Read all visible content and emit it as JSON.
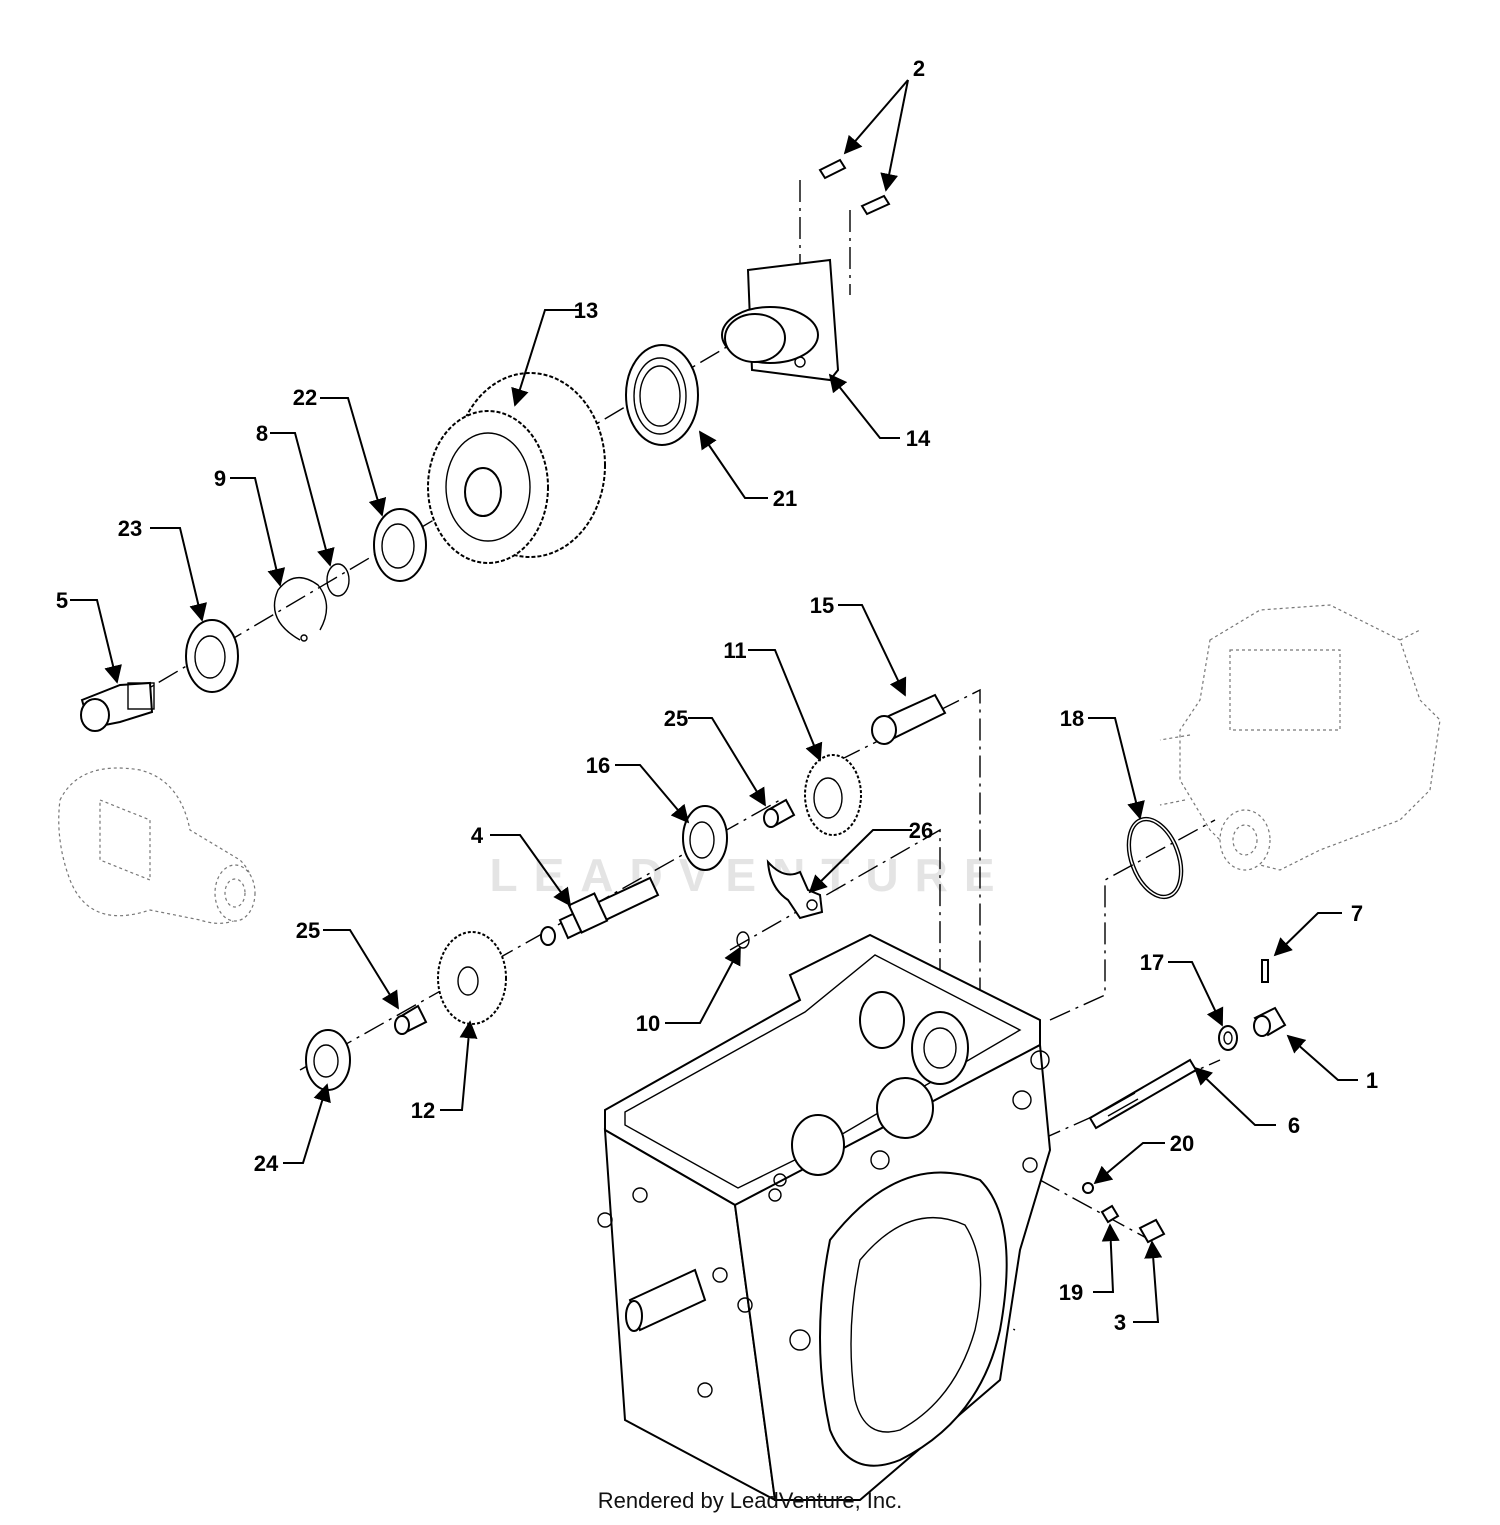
{
  "diagram": {
    "callouts": [
      {
        "id": "c1",
        "label": "1"
      },
      {
        "id": "c2",
        "label": "2"
      },
      {
        "id": "c3",
        "label": "3"
      },
      {
        "id": "c4",
        "label": "4"
      },
      {
        "id": "c5",
        "label": "5"
      },
      {
        "id": "c6",
        "label": "6"
      },
      {
        "id": "c7",
        "label": "7"
      },
      {
        "id": "c8",
        "label": "8"
      },
      {
        "id": "c9",
        "label": "9"
      },
      {
        "id": "c10",
        "label": "10"
      },
      {
        "id": "c11",
        "label": "11"
      },
      {
        "id": "c12",
        "label": "12"
      },
      {
        "id": "c13",
        "label": "13"
      },
      {
        "id": "c14",
        "label": "14"
      },
      {
        "id": "c15",
        "label": "15"
      },
      {
        "id": "c16",
        "label": "16"
      },
      {
        "id": "c17",
        "label": "17"
      },
      {
        "id": "c18",
        "label": "18"
      },
      {
        "id": "c19",
        "label": "19"
      },
      {
        "id": "c20",
        "label": "20"
      },
      {
        "id": "c21",
        "label": "21"
      },
      {
        "id": "c22",
        "label": "22"
      },
      {
        "id": "c23",
        "label": "23"
      },
      {
        "id": "c24",
        "label": "24"
      },
      {
        "id": "c25a",
        "label": "25"
      },
      {
        "id": "c25b",
        "label": "25"
      },
      {
        "id": "c26",
        "label": "26"
      }
    ]
  },
  "watermark": "LEADVENTURE",
  "footer": "Rendered by LeadVenture, Inc."
}
